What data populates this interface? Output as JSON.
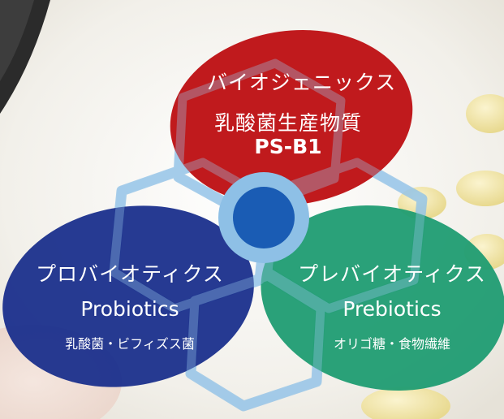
{
  "colors": {
    "red": "#c01a1d",
    "blue": "#1a2f8c",
    "green": "#1f9c72",
    "center": "#1a5cb4",
    "hexagon": "#8ec0e6"
  },
  "biogenics": {
    "title": "バイオジェニックス",
    "line2": "乳酸菌生産物質",
    "line3": "PS-B1"
  },
  "probiotics": {
    "title": "プロバイオティクス",
    "english": "Probiotics",
    "examples": "乳酸菌・ビフィズス菌"
  },
  "prebiotics": {
    "title": "プレバイオティクス",
    "english": "Prebiotics",
    "examples": "オリゴ糖・食物繊維"
  }
}
